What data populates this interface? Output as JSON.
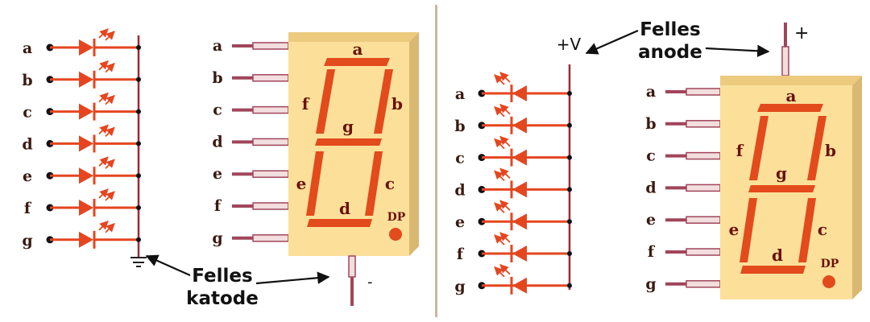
{
  "colors": {
    "led": "#e5461f",
    "segment": "#e34a1c",
    "body_fill": "#fce09a",
    "body_side": "#d9b872",
    "wire": "#9a2b35",
    "pin": "#a1455b",
    "text": "#111111",
    "label": "#3a1a10",
    "divider": "#c9b79b"
  },
  "cathode": {
    "labels": [
      "a",
      "b",
      "c",
      "d",
      "e",
      "f",
      "g"
    ],
    "display_labels": [
      "a",
      "b",
      "c",
      "d",
      "e",
      "f",
      "g"
    ],
    "segments": {
      "a": "a",
      "b": "b",
      "c": "c",
      "d": "d",
      "e": "e",
      "f": "f",
      "g": "g",
      "dp": "DP"
    },
    "callout_line1": "Felles",
    "callout_line2": "katode",
    "minus": "-"
  },
  "anode": {
    "labels": [
      "a",
      "b",
      "c",
      "d",
      "e",
      "f",
      "g"
    ],
    "display_labels": [
      "a",
      "b",
      "c",
      "d",
      "e",
      "f",
      "g"
    ],
    "segments": {
      "a": "a",
      "b": "b",
      "c": "c",
      "d": "d",
      "e": "e",
      "f": "f",
      "g": "g",
      "dp": "DP"
    },
    "supply": "+V",
    "callout_line1": "Felles",
    "callout_line2": "anode",
    "plus": "+"
  }
}
